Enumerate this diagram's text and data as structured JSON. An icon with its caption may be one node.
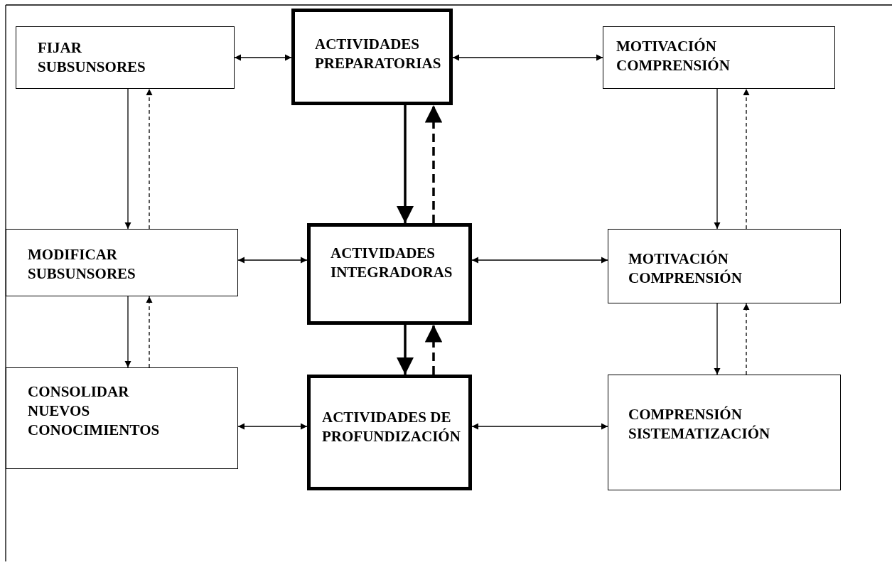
{
  "diagram": {
    "nodes": [
      {
        "text": [
          "FIJAR SUBSUNSORES"
        ]
      },
      {
        "text": [
          "ACTIVIDADES PREPARATORIAS"
        ]
      },
      {
        "text": [
          "MOTIVACIÓN COMPRENSIÓN"
        ]
      },
      {
        "text": [
          "MODIFICAR SUBSUNSORES"
        ]
      },
      {
        "text": [
          "ACTIVIDADES INTEGRADORAS"
        ]
      },
      {
        "text": [
          "MOTIVACIÓN COMPRENSIÓN"
        ]
      },
      {
        "text": [
          "CONSOLIDAR NUEVOS CONOCIMIENTOS"
        ]
      },
      {
        "text": [
          "ACTIVIDADES DE PROFUNDIZACIÓN"
        ]
      },
      {
        "text": [
          "COMPRENSIÓN SISTEMATIZACIÓN"
        ]
      }
    ],
    "edges": [
      {
        "from": 0,
        "to": 1,
        "arrow": "both"
      },
      {
        "from": 1,
        "to": 2,
        "arrow": "both"
      },
      {
        "from": 0,
        "to": 3,
        "arrow": "to"
      },
      {
        "from": 3,
        "to": 0,
        "arrow": "to",
        "style": "dashed"
      },
      {
        "from": 1,
        "to": 4,
        "arrow": "to",
        "style": "thick"
      },
      {
        "from": 4,
        "to": 1,
        "arrow": "to",
        "style": "dashed"
      },
      {
        "from": 2,
        "to": 5,
        "arrow": "to"
      },
      {
        "from": 5,
        "to": 2,
        "arrow": "to",
        "style": "dashed"
      },
      {
        "from": 3,
        "to": 4,
        "arrow": "both"
      },
      {
        "from": 4,
        "to": 5,
        "arrow": "both"
      },
      {
        "from": 3,
        "to": 6,
        "arrow": "to"
      },
      {
        "from": 6,
        "to": 3,
        "arrow": "to",
        "style": "dashed"
      },
      {
        "from": 4,
        "to": 7,
        "arrow": "to",
        "style": "thick"
      },
      {
        "from": 7,
        "to": 4,
        "arrow": "to",
        "style": "dashed"
      },
      {
        "from": 5,
        "to": 8,
        "arrow": "to"
      },
      {
        "from": 8,
        "to": 5,
        "arrow": "to",
        "style": "dashed"
      },
      {
        "from": 6,
        "to": 7,
        "arrow": "both"
      },
      {
        "from": 7,
        "to": 8,
        "arrow": "both"
      }
    ]
  }
}
